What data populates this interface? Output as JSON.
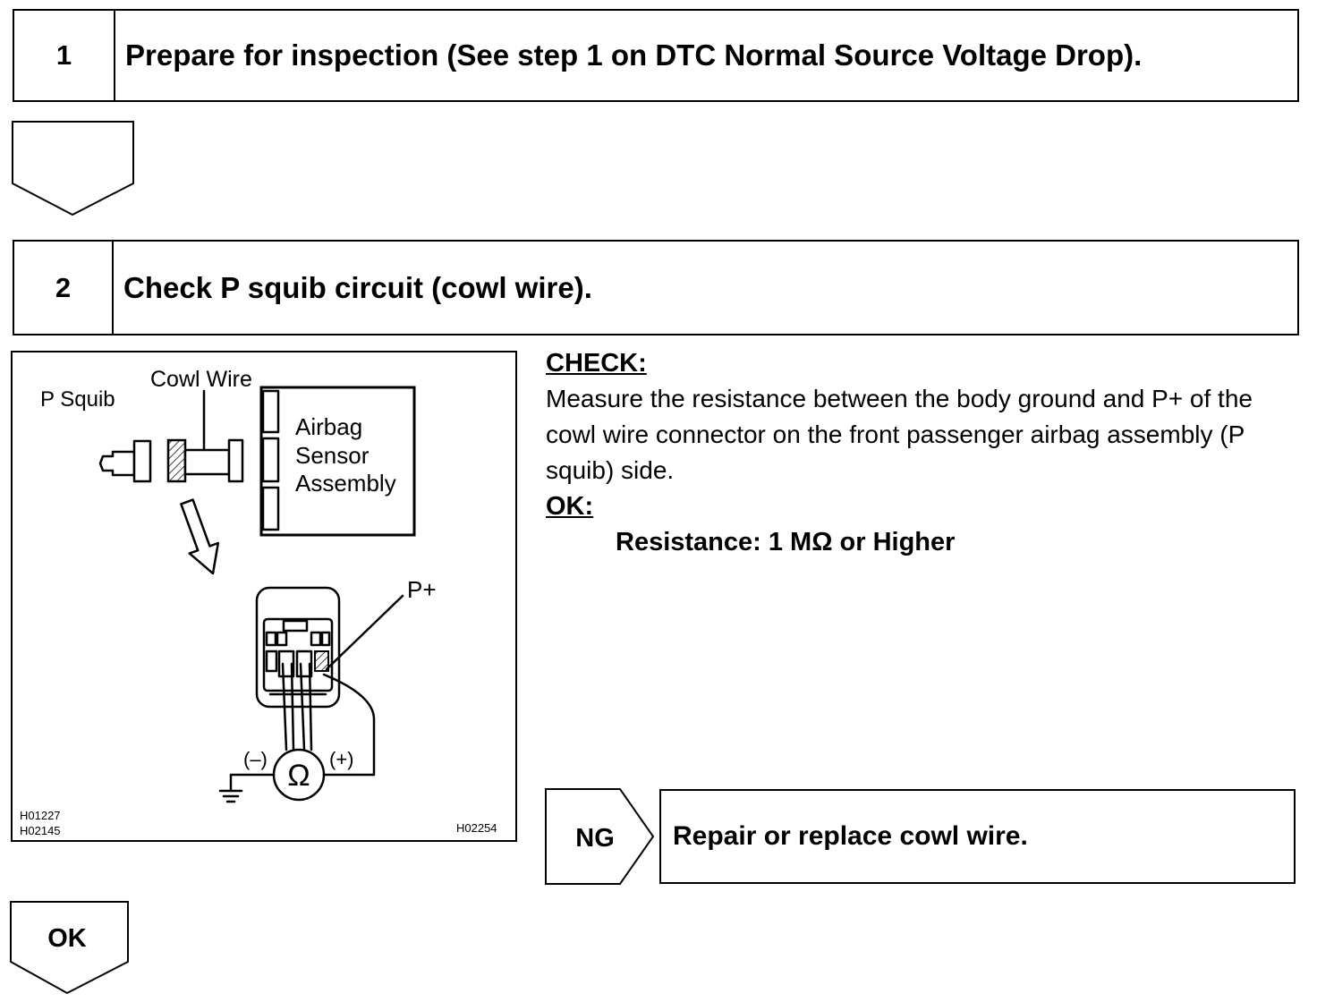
{
  "steps": [
    {
      "number": "1",
      "title": "Prepare for inspection (See step 1 on DTC Normal Source Voltage Drop)."
    },
    {
      "number": "2",
      "title": "Check P squib circuit (cowl wire)."
    }
  ],
  "diagram": {
    "p_squib_label": "P Squib",
    "cowl_wire_label": "Cowl Wire",
    "sensor_label_lines": [
      "Airbag",
      "Sensor",
      "Assembly"
    ],
    "terminal_label": "P+",
    "negative_lead_label": "(–)",
    "positive_lead_label": "(+)",
    "meter_symbol": "Ω",
    "figure_codes": [
      "H01227",
      "H02145",
      "H02254"
    ]
  },
  "check": {
    "heading": "CHECK:",
    "body_lines": [
      "Measure the resistance between the body ground and P+ of the",
      "cowl wire connector on the front passenger airbag assembly (P",
      "squib) side."
    ],
    "ok_heading": "OK:",
    "spec": "Resistance: 1 MΩ or Higher"
  },
  "results": {
    "ng_label": "NG",
    "ng_action": "Repair or replace cowl wire.",
    "ok_label": "OK"
  },
  "icons": {
    "flow_down": "down-arrow-pentagon-icon",
    "flow_right": "right-arrow-pentagon-icon",
    "meter": "ohmmeter-icon",
    "ground": "ground-symbol-icon"
  }
}
